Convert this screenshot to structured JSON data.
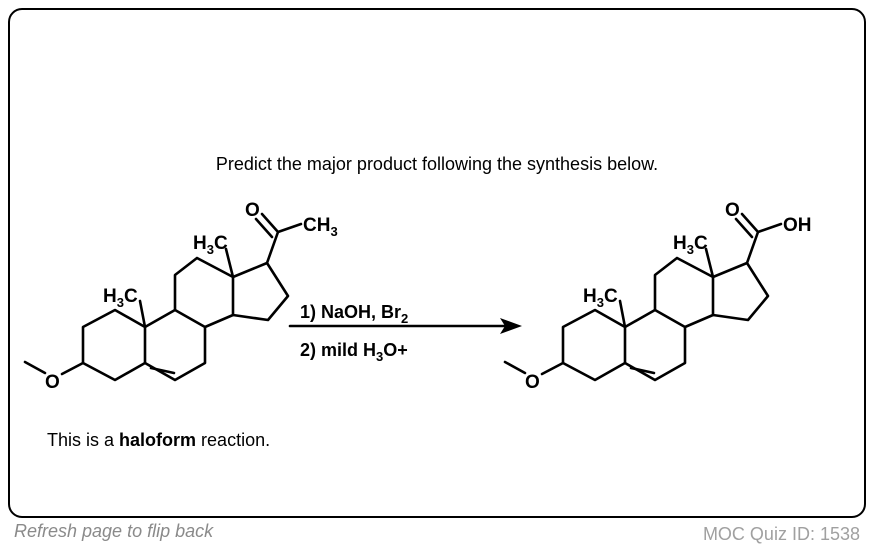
{
  "question": "Predict the major product following the synthesis below.",
  "hint": {
    "prefix": "This is a ",
    "bold": "haloform",
    "suffix": " reaction."
  },
  "reagents": {
    "step1": "1)  NaOH, Br",
    "step1_sub": "2",
    "step2": "2)  mild H",
    "step2_sub": "3",
    "step2_tail": "O+"
  },
  "labels": {
    "O": "O",
    "H": "H",
    "C": "C",
    "CH": "CH",
    "sub3": "3",
    "OH": "OH"
  },
  "footer": {
    "flip": "Refresh page to flip back",
    "quiz_id": "MOC Quiz ID: 1538"
  }
}
